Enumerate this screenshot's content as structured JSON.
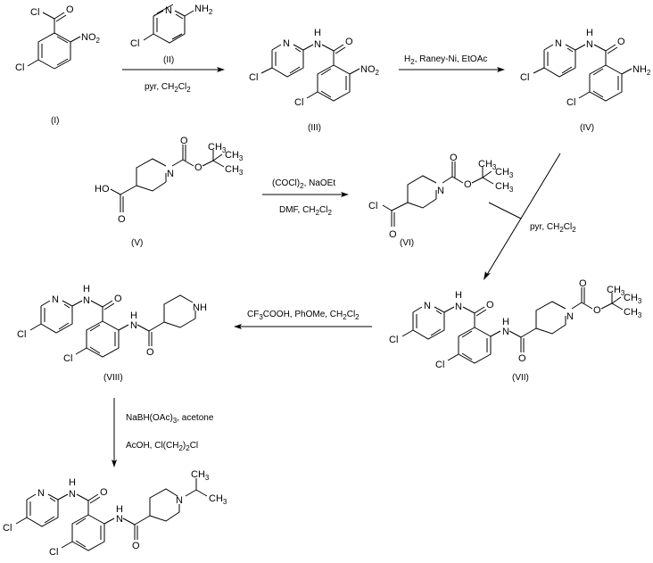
{
  "title": "Synthesis scheme",
  "compounds": [
    {
      "id": "I",
      "label": "(I)",
      "atoms": {
        "acyl_cl": "Cl",
        "carbonyl_o": "O",
        "nitro": "NO",
        "nitro_sub": "2",
        "ring_cl": "Cl"
      }
    },
    {
      "id": "II",
      "label": "(II)",
      "atoms": {
        "ring_n": "N",
        "amine": "NH",
        "amine_sub": "2",
        "ring_cl": "Cl"
      }
    },
    {
      "id": "III",
      "label": "(III)",
      "atoms": {
        "ring_n": "N",
        "amide_h": "H",
        "amide_n": "N",
        "carbonyl_o": "O",
        "nitro": "NO",
        "nitro_sub": "2",
        "py_cl": "Cl",
        "ar_cl": "Cl"
      }
    },
    {
      "id": "IV",
      "label": "(IV)",
      "atoms": {
        "ring_n": "N",
        "amide_h": "H",
        "amide_n": "N",
        "carbonyl_o": "O",
        "amine": "NH",
        "amine_sub": "2",
        "py_cl": "Cl",
        "ar_cl": "Cl"
      }
    },
    {
      "id": "V",
      "label": "(V)",
      "atoms": {
        "hydroxyl": "HO",
        "acid_o": "O",
        "pip_n": "N",
        "boc_o": "O",
        "ester_o": "O",
        "me1": "CH",
        "me2": "CH",
        "me3": "CH",
        "me_sub": "3"
      }
    },
    {
      "id": "VI",
      "label": "(VI)",
      "atoms": {
        "acyl_cl": "Cl",
        "acid_o": "O",
        "pip_n": "N",
        "boc_o": "O",
        "ester_o": "O",
        "me1": "CH",
        "me2": "CH",
        "me3": "CH",
        "me_sub": "3"
      }
    },
    {
      "id": "VII",
      "label": "(VII)",
      "atoms": {
        "ring_n": "N",
        "amide_h": "H",
        "amide_n": "N",
        "carbonyl_o": "O",
        "amide2_h": "H",
        "amide2_n": "N",
        "carbonyl2_o": "O",
        "pip_n": "N",
        "boc_o": "O",
        "ester_o": "O",
        "me1": "CH",
        "me2": "CH",
        "me3": "CH",
        "me_sub": "3",
        "py_cl": "Cl",
        "ar_cl": "Cl"
      }
    },
    {
      "id": "VIII",
      "label": "(VIII)",
      "atoms": {
        "ring_n": "N",
        "amide_h": "H",
        "amide_n": "N",
        "carbonyl_o": "O",
        "amide2_h": "H",
        "amide2_n": "N",
        "carbonyl2_o": "O",
        "pip_nh": "NH",
        "py_cl": "Cl",
        "ar_cl": "Cl"
      }
    },
    {
      "id": "final",
      "label": "",
      "atoms": {
        "ring_n": "N",
        "amide_h": "H",
        "amide_n": "N",
        "carbonyl_o": "O",
        "amide2_h": "H",
        "amide2_n": "N",
        "carbonyl2_o": "O",
        "pip_n": "N",
        "me1": "CH",
        "me2": "CH",
        "me_sub": "3",
        "py_cl": "Cl",
        "ar_cl": "Cl"
      }
    }
  ],
  "reactions": [
    {
      "from": "I",
      "to": "III",
      "reagent_above": "(II)",
      "below": {
        "t1": "pyr, CH",
        "s1": "2",
        "t2": "Cl",
        "s2": "2"
      }
    },
    {
      "from": "III",
      "to": "IV",
      "above": {
        "t1": "H",
        "s1": "2",
        "t2": ", Raney-Ni, EtOAc"
      }
    },
    {
      "from": "V",
      "to": "VI",
      "above": {
        "t1": "(COCl)",
        "s1": "2",
        "t2": ", NaOEt"
      },
      "below": {
        "t1": "DMF, CH",
        "s1": "2",
        "t2": "Cl",
        "s2": "2"
      }
    },
    {
      "from": "IV+VI",
      "to": "VII",
      "beside": {
        "t1": "pyr, CH",
        "s1": "2",
        "t2": "Cl",
        "s2": "2"
      }
    },
    {
      "from": "VII",
      "to": "VIII",
      "above": {
        "t1": "CF",
        "s1": "3",
        "t2": "COOH, PhOMe, CH",
        "s2": "2",
        "t3": "Cl",
        "s3": "2"
      }
    },
    {
      "from": "VIII",
      "to": "final",
      "line1": {
        "t1": "NaBH(OAc)",
        "s1": "3",
        "t2": ", acetone"
      },
      "line2": {
        "t1": "AcOH, Cl(CH",
        "s1": "2",
        "t2": ")",
        "s2": "2",
        "t3": "Cl"
      }
    }
  ]
}
